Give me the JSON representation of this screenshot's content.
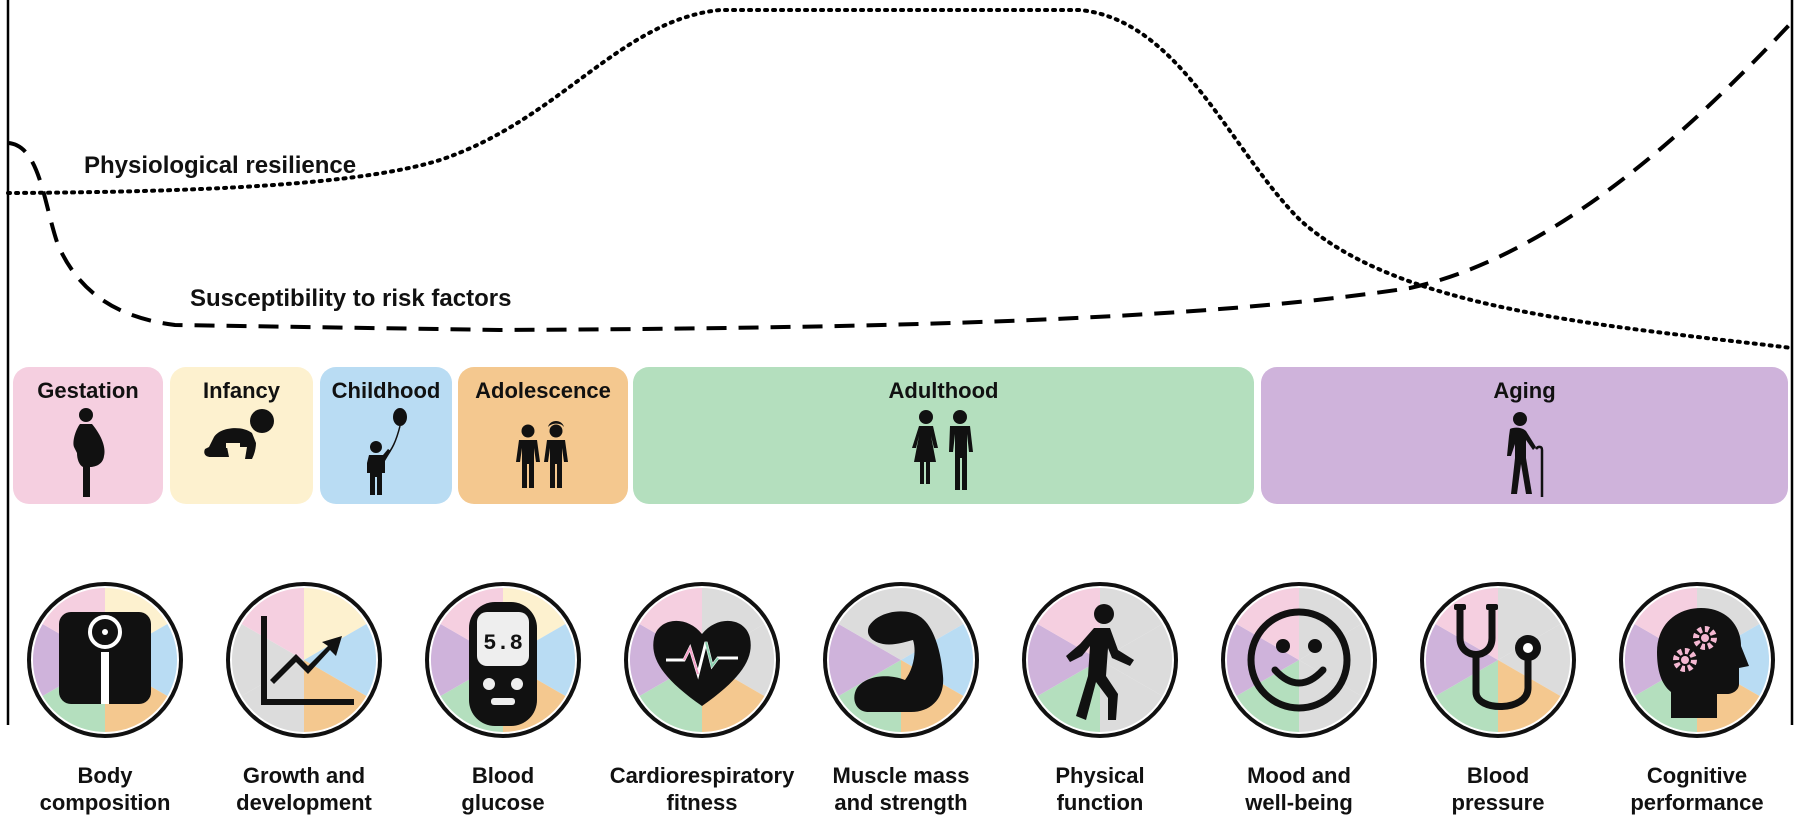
{
  "curves": {
    "resilience_label": "Physiological resilience",
    "susceptibility_label": "Susceptibility to risk factors"
  },
  "stages": [
    {
      "label": "Gestation",
      "color": "#f5cfe0",
      "icon": "pregnant-woman-icon"
    },
    {
      "label": "Infancy",
      "color": "#fdf1cf",
      "icon": "crawling-baby-icon"
    },
    {
      "label": "Childhood",
      "color": "#b9dcf3",
      "icon": "child-with-balloon-icon"
    },
    {
      "label": "Adolescence",
      "color": "#f4c88f",
      "icon": "teenagers-icon"
    },
    {
      "label": "Adulthood",
      "color": "#b4dfbe",
      "icon": "adults-couple-icon"
    },
    {
      "label": "Aging",
      "color": "#cfb3db",
      "icon": "elderly-with-cane-icon"
    }
  ],
  "outcomes": [
    {
      "label": "Body\ncomposition",
      "icon": "weighing-scale-icon"
    },
    {
      "label": "Growth and\ndevelopment",
      "icon": "growth-chart-icon"
    },
    {
      "label": "Blood\nglucose",
      "icon": "glucose-meter-icon",
      "reading": "5.8"
    },
    {
      "label": "Cardiorespiratory\nfitness",
      "icon": "heart-pulse-icon"
    },
    {
      "label": "Muscle mass\nand strength",
      "icon": "flexed-arm-icon"
    },
    {
      "label": "Physical\nfunction",
      "icon": "walking-person-icon"
    },
    {
      "label": "Mood and\nwell-being",
      "icon": "smiley-face-icon"
    },
    {
      "label": "Blood\npressure",
      "icon": "stethoscope-icon"
    },
    {
      "label": "Cognitive\nperformance",
      "icon": "head-gears-icon"
    }
  ]
}
